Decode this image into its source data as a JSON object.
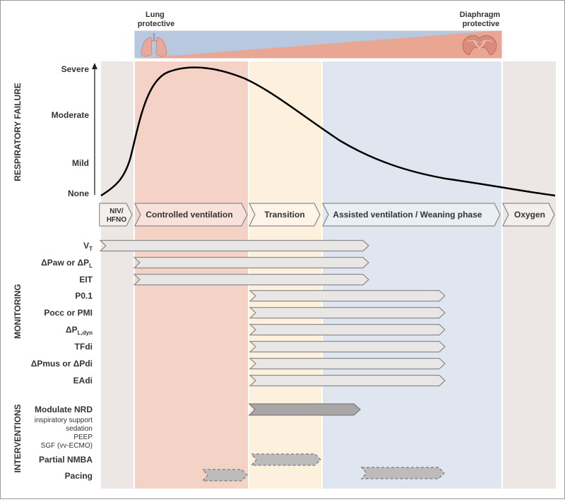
{
  "colors": {
    "gray_band": "#ece6e4",
    "controlled_band": "#f4d2c6",
    "transition_band": "#fdf0dc",
    "assisted_band": "#dfe6ef",
    "lung_blue": "#b7c8df",
    "diaphragm_pink": "#e9a693",
    "arrow_light_fill": "#e9e6e6",
    "arrow_dark_fill": "#a8a6a6",
    "arrow_stroke": "#8d8b8b",
    "curve": "#000000"
  },
  "top_bar": {
    "lung_label": [
      "Lung",
      "protective"
    ],
    "diaphragm_label": [
      "Diaphragm",
      "protective"
    ],
    "lung_icon": "lungs-icon",
    "diaphragm_icon": "diaphragm-icon"
  },
  "severity_axis": {
    "title": "RESPIRATORY FAILURE",
    "levels": [
      "Severe",
      "Moderate",
      "Mild",
      "None"
    ]
  },
  "phases": [
    {
      "id": "niv",
      "label": [
        "NIV/",
        "HFNO"
      ]
    },
    {
      "id": "controlled",
      "label": [
        "Controlled ventilation"
      ]
    },
    {
      "id": "transition",
      "label": [
        "Transition"
      ]
    },
    {
      "id": "assisted",
      "label": [
        "Assisted ventilation / Weaning phase"
      ]
    },
    {
      "id": "oxygen",
      "label": [
        "Oxygen"
      ]
    }
  ],
  "monitoring": {
    "title": "MONITORING",
    "items": [
      {
        "id": "vt",
        "main": "V",
        "sub": "T",
        "tail": "",
        "from": "niv",
        "to": "assisted_early"
      },
      {
        "id": "dpaw",
        "main": "ΔPaw or ΔP",
        "sub": "L",
        "tail": "",
        "from": "controlled",
        "to": "assisted_early"
      },
      {
        "id": "eit",
        "main": "EIT",
        "sub": "",
        "tail": "",
        "from": "controlled",
        "to": "assisted_early"
      },
      {
        "id": "p01",
        "main": "P0.1",
        "sub": "",
        "tail": "",
        "from": "transition",
        "to": "assisted_mid"
      },
      {
        "id": "pocc",
        "main": "Pocc or PMI",
        "sub": "",
        "tail": "",
        "from": "transition",
        "to": "assisted_mid"
      },
      {
        "id": "dpldyn",
        "main": "ΔP",
        "sub": "L,dyn",
        "tail": "",
        "from": "transition",
        "to": "assisted_mid"
      },
      {
        "id": "tfdi",
        "main": "TFdi",
        "sub": "",
        "tail": "",
        "from": "transition",
        "to": "assisted_mid"
      },
      {
        "id": "dpmus",
        "main": "ΔPmus or ΔPdi",
        "sub": "",
        "tail": "",
        "from": "transition",
        "to": "assisted_mid"
      },
      {
        "id": "eadi",
        "main": "EAdi",
        "sub": "",
        "tail": "",
        "from": "transition",
        "to": "assisted_mid"
      }
    ]
  },
  "interventions": {
    "title": "INTERVENTIONS",
    "modulate_nrd": {
      "label": "Modulate NRD",
      "sub_items": [
        "inspiratory support",
        "sedation",
        "PEEP",
        "SGF (vv-ECMO)"
      ]
    },
    "partial_nmba": {
      "label": "Partial NMBA"
    },
    "pacing": {
      "label": "Pacing"
    }
  }
}
